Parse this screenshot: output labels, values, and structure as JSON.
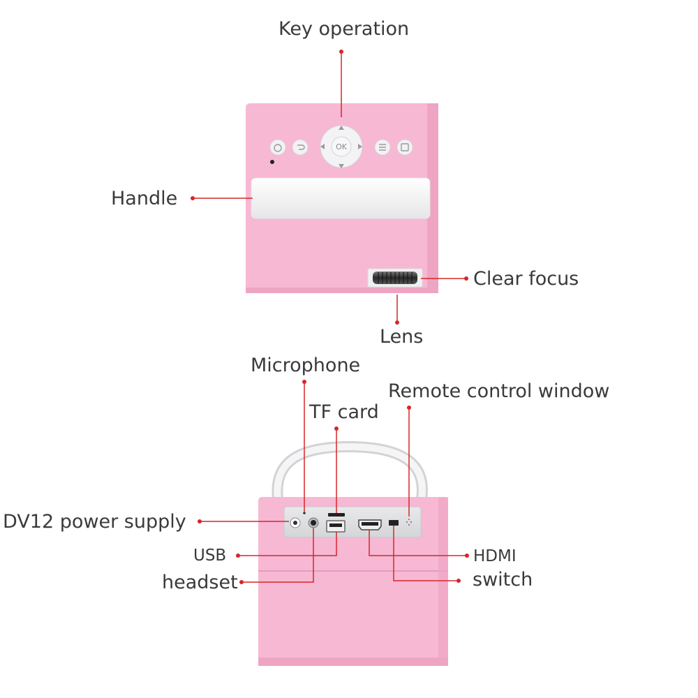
{
  "top_view": {
    "labels": {
      "key_operation": "Key operation",
      "handle": "Handle",
      "clear_focus": "Clear focus",
      "lens": "Lens"
    },
    "ok_key": "OK"
  },
  "rear_view": {
    "labels": {
      "microphone": "Microphone",
      "tf_card": "TF card",
      "remote_control_window": "Remote control window",
      "dv12_power_supply": "DV12 power supply",
      "usb": "USB",
      "headset": "headset",
      "hdmi": "HDMI",
      "switch": "switch"
    }
  },
  "colors": {
    "body_pink": "#f7b8d3",
    "body_pink_dark": "#eea5c4",
    "callout_red": "#d6262a",
    "panel_gray": "#dfe0e2",
    "handle_white": "#f4f4f4",
    "label_text": "#3a3a3a"
  }
}
